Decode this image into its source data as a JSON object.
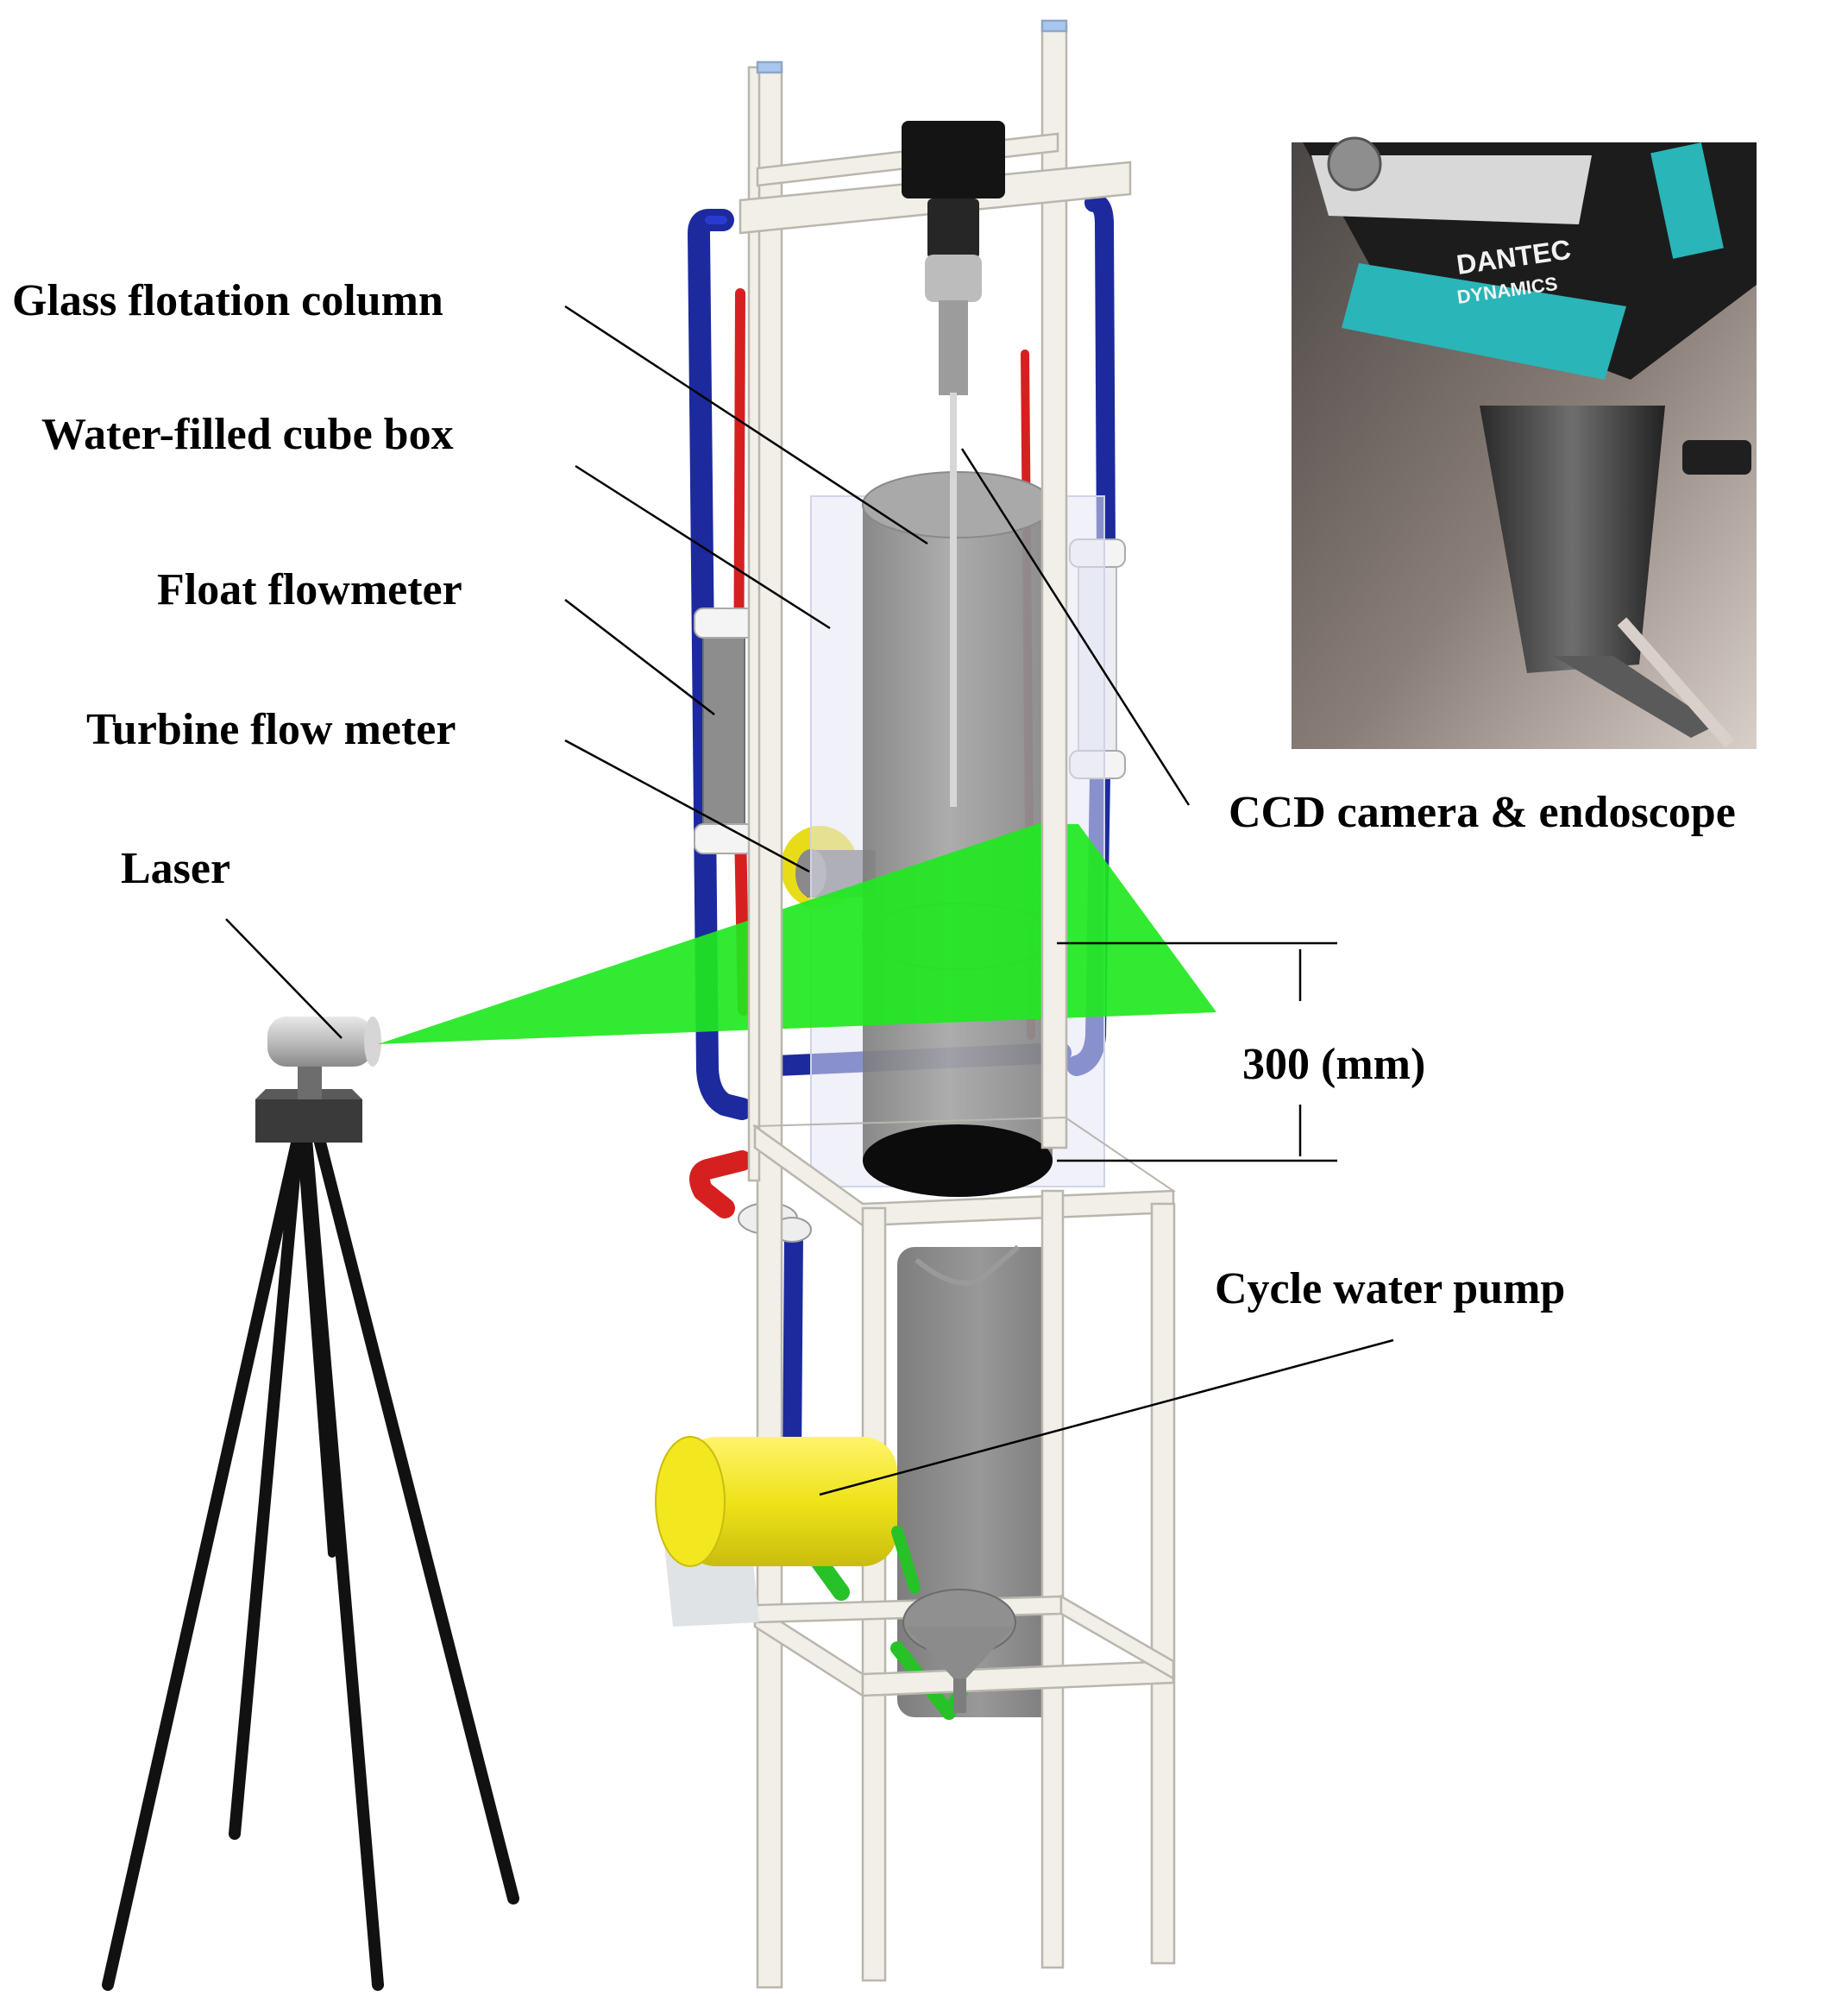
{
  "labels": {
    "glass_column": "Glass flotation column",
    "cube_box": "Water-filled cube box",
    "float_flowmeter": "Float flowmeter",
    "turbine_meter": "Turbine flow meter",
    "laser": "Laser",
    "ccd_camera": "CCD camera & endoscope",
    "distance": "300 (mm)",
    "pump": "Cycle water pump"
  },
  "inset_photo": {
    "brand_top": "DANTEC",
    "brand_bottom": "DYNAMICS"
  },
  "colors": {
    "frame": "#f1efe8",
    "frame_edge": "#b9b6ad",
    "column": "#8e8e8e",
    "laser_sheet": "#22e622",
    "pipe_blue": "#1c2a9e",
    "pipe_red": "#d62020",
    "pump": "#f2e81c",
    "tripod": "#0f0f0f",
    "camera_body": "#1e1e1e",
    "camera_band": "#2ab5b8"
  }
}
